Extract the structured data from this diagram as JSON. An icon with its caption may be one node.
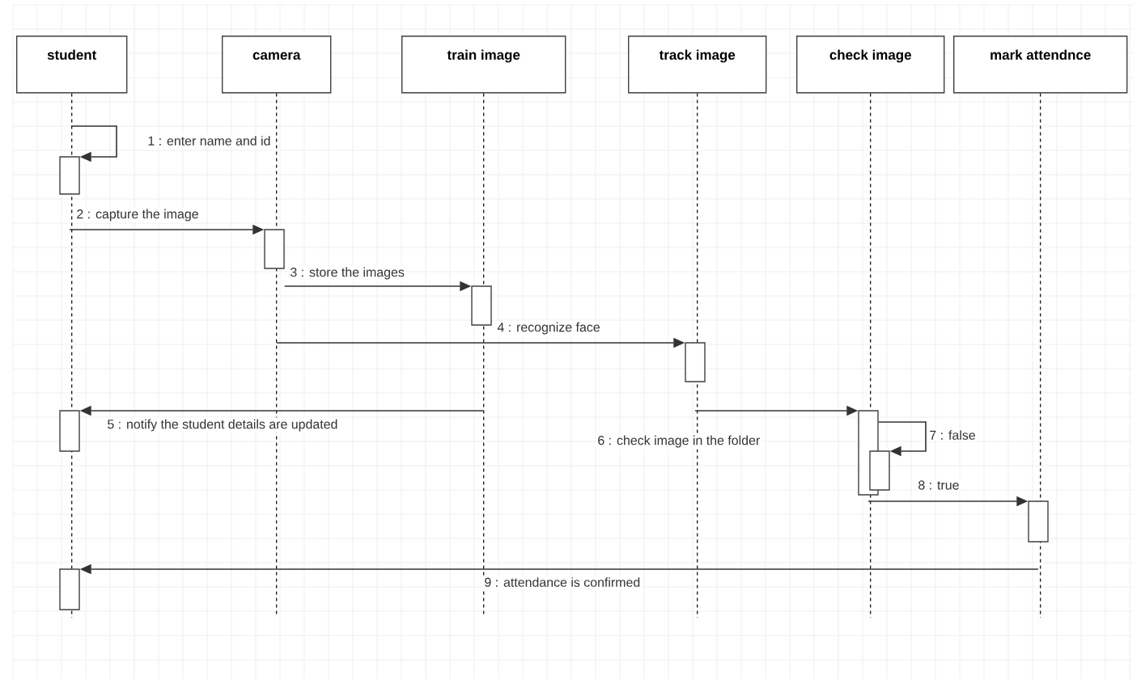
{
  "diagram": {
    "nodes": [
      {
        "text": [
          "student"
        ]
      },
      {
        "text": [
          "camera"
        ]
      },
      {
        "text": [
          "train image"
        ]
      },
      {
        "text": [
          "track image"
        ]
      },
      {
        "text": [
          "check image"
        ]
      },
      {
        "text": [
          "mark attendnce"
        ]
      },
      {
        "text": [],
        "shape": "bar",
        "in": 0
      },
      {
        "text": [],
        "shape": "bar",
        "in": 1
      },
      {
        "text": [],
        "shape": "bar",
        "in": 2
      },
      {
        "text": [],
        "shape": "bar",
        "in": 3
      },
      {
        "text": [],
        "shape": "bar",
        "in": 0
      },
      {
        "text": [],
        "shape": "bar",
        "in": 4
      },
      {
        "text": [],
        "shape": "bar",
        "in": 4
      },
      {
        "text": [],
        "shape": "bar",
        "in": 5
      },
      {
        "text": [],
        "shape": "bar",
        "in": 0
      }
    ],
    "edges": [
      {
        "from": null,
        "to": 6,
        "arrow": "to",
        "label": "1 : enter name and id"
      },
      {
        "from": 6,
        "to": 7,
        "arrow": "to",
        "label": "2 : capture the image"
      },
      {
        "from": 7,
        "to": 8,
        "arrow": "to",
        "label": "3 : store the images"
      },
      {
        "from": 1,
        "to": 9,
        "arrow": "to",
        "label": "4 : recognize face"
      },
      {
        "from": 2,
        "to": 10,
        "arrow": "to",
        "label": "5 : notify the student details are updated"
      },
      {
        "from": 9,
        "to": 11,
        "arrow": "to",
        "label": "6 : check image in the folder"
      },
      {
        "from": 11,
        "to": 12,
        "arrow": "to",
        "label": "7 : false"
      },
      {
        "from": 11,
        "to": 13,
        "arrow": "to",
        "label": "8 : true"
      },
      {
        "from": 13,
        "to": 14,
        "arrow": "to",
        "label": "9 : attendance is confirmed"
      }
    ]
  }
}
